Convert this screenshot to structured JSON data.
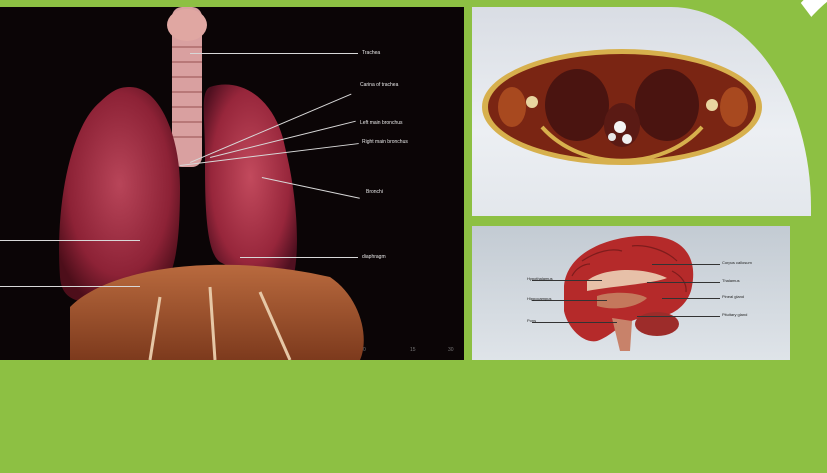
{
  "lungs_panel": {
    "labels": {
      "trachea": "Trachea",
      "carina": "Carina of trachea",
      "left_bronchus": "Left main bronchus",
      "right_bronchus": "Right main bronchus",
      "bronchi": "Bronchi",
      "diaphragm": "diaphragm"
    },
    "ticks": [
      "0",
      "15",
      "30"
    ]
  },
  "brain_panel": {
    "labels": {
      "corpus_callosum": "Corpus callosum",
      "hypothalamus": "Hypothalamus",
      "thalamus": "Thalamus",
      "pineal": "Pineal gland",
      "pons": "Pons",
      "pituitary": "Pituitary gland",
      "hipp": "Hippocampus"
    }
  },
  "colors": {
    "frame_green": "#8dc043",
    "lung_red": "#a32a3b",
    "muscle_red": "#8a2a1c",
    "brain_red": "#b52a2a"
  }
}
